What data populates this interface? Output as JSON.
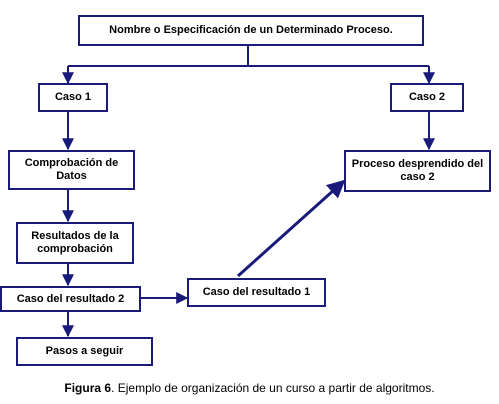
{
  "nodes": {
    "root": "Nombre o Especificación  de  un Determinado Proceso.",
    "caso1": "Caso 1",
    "caso2": "Caso 2",
    "comprobacion": "Comprobación de Datos",
    "resultados": "Resultados de la comprobación",
    "caso_resultado_2": "Caso del resultado 2",
    "caso_resultado_1": "Caso del resultado 1",
    "pasos": "Pasos a seguir",
    "proceso": "Proceso desprendido del caso 2"
  },
  "caption": {
    "label": "Figura 6",
    "text": ". Ejemplo de organización de un curso a partir de algoritmos."
  },
  "colors": {
    "line": "#1a1a7a",
    "border": "#1a1a7a"
  }
}
